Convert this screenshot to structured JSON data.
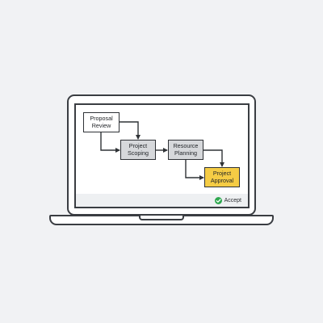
{
  "diagram": {
    "nodes": [
      {
        "id": "proposal",
        "label": "Proposal\nReview"
      },
      {
        "id": "scoping",
        "label": "Project\nScoping"
      },
      {
        "id": "resource",
        "label": "Resource\nPlanning"
      },
      {
        "id": "approval",
        "label": "Project\nApproval"
      }
    ],
    "edges": [
      {
        "from": "proposal",
        "to": "scoping"
      },
      {
        "from": "proposal",
        "to": "scoping"
      },
      {
        "from": "scoping",
        "to": "resource"
      },
      {
        "from": "resource",
        "to": "approval"
      },
      {
        "from": "resource",
        "to": "approval"
      }
    ]
  },
  "status": {
    "accept_label": "Accept",
    "accept_icon": "check-circle-icon"
  },
  "colors": {
    "approval_fill": "#f5cc45",
    "step_fill": "#d6d8db",
    "accept_green": "#2fa84f"
  }
}
